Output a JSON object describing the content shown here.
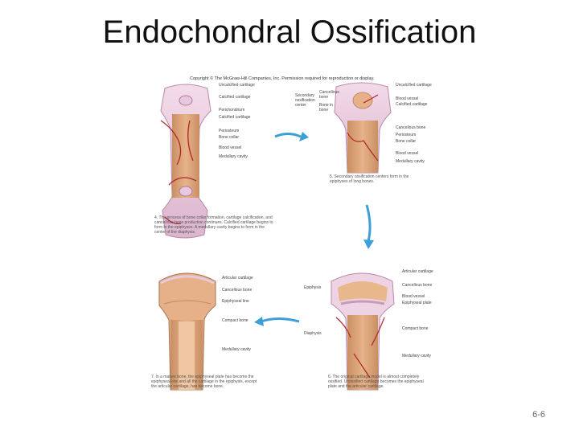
{
  "slide": {
    "title": "Endochondral Ossification",
    "page_number": "6-6"
  },
  "figure": {
    "copyright": "Copyright © The McGraw-Hill Companies, Inc. Permission required for reproduction or display.",
    "panel4": {
      "labels": [
        "Uncalcified cartilage",
        "Calcified cartilage",
        "Perichondrium",
        "Calcified cartilage",
        "Periosteum",
        "Bone collar",
        "Blood vessel",
        "Medullary cavity"
      ],
      "caption": "4.  The process of bone collar formation, cartilage calcification, and cancellous bone production continues. Calcified cartilage begins to form in the epiphyses. A medullary cavity begins to form in the center of the diaphysis."
    },
    "panel5": {
      "labels_left": [
        "Secondary ossification center",
        "Cancellous bone",
        "Bone in bone"
      ],
      "labels_right": [
        "Uncalcified cartilage",
        "Blood vessel",
        "Calcified cartilage",
        "Cancellous bone",
        "Periosteum",
        "Bone collar",
        "Blood vessel",
        "Medullary cavity"
      ],
      "caption": "5.  Secondary ossification centers form in the epiphyses of long bones."
    },
    "panel6": {
      "labels_left": [
        "Epiphysis",
        "Diaphysis"
      ],
      "labels_right": [
        "Articular cartilage",
        "Cancellous bone",
        "Blood vessel",
        "Epiphyseal plate",
        "Compact bone",
        "Medullary cavity"
      ],
      "caption": "6.  The original cartilage model is almost completely ossified. Unossified cartilage becomes the epiphyseal plate and the articular cartilage."
    },
    "panel7": {
      "labels": [
        "Articular cartilage",
        "Cancellous bone",
        "Epiphyseal line",
        "Compact bone",
        "Medullary cavity"
      ],
      "caption": "7.  In a mature bone, the epiphyseal plate has become the epiphyseal line and all the cartilage in the epiphysis, except the articular cartilage, has become bone."
    }
  }
}
